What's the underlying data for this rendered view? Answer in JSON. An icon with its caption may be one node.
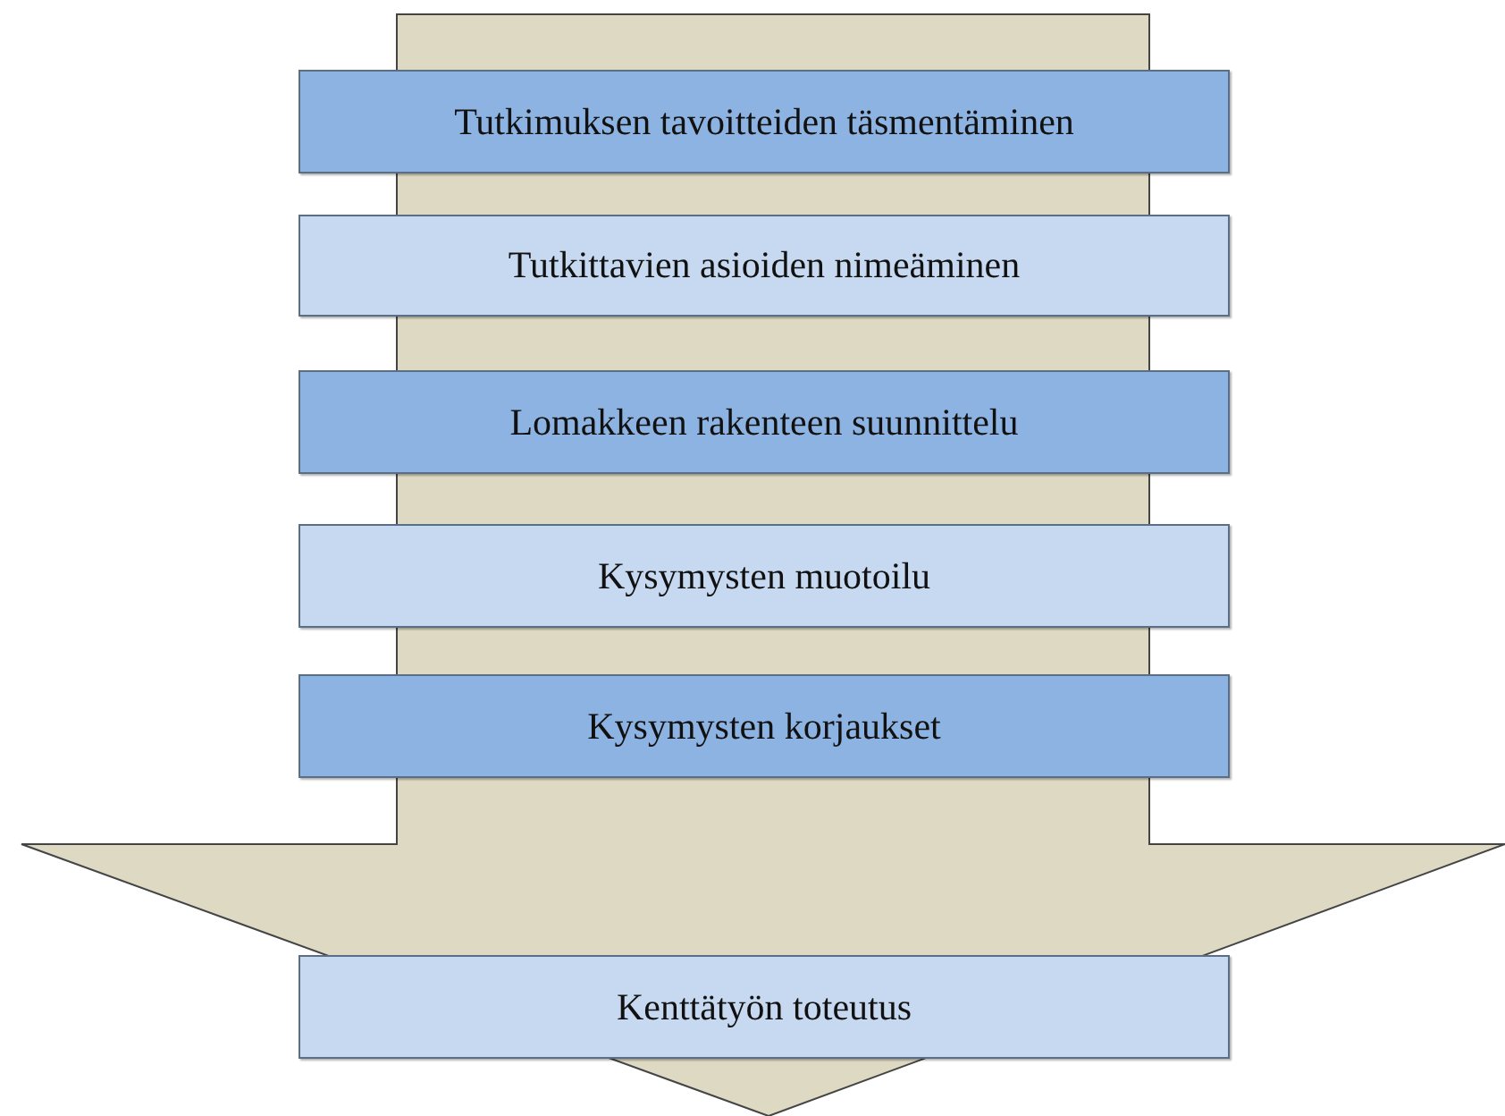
{
  "diagram": {
    "nodes": [
      {
        "text": [
          "Tutkimuksen tavoitteiden täsmentäminen"
        ]
      },
      {
        "text": [
          "Tutkittavien asioiden nimeäminen"
        ]
      },
      {
        "text": [
          "Lomakkeen rakenteen suunnittelu"
        ]
      },
      {
        "text": [
          "Kysymysten muotoilu"
        ]
      },
      {
        "text": [
          "Kysymysten korjaukset"
        ]
      },
      {
        "text": [
          "Kenttätyön toteutus"
        ]
      }
    ]
  }
}
